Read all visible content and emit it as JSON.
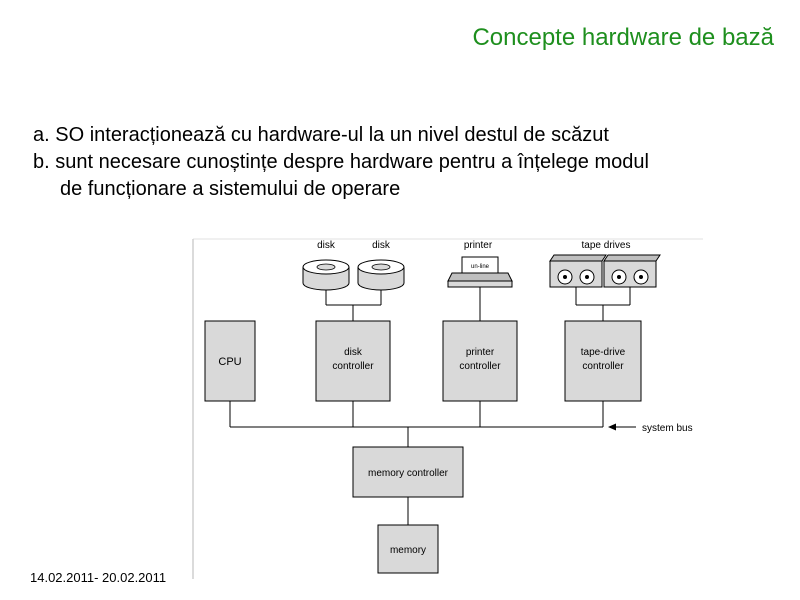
{
  "slide": {
    "title": "Concepte hardware de bază",
    "bullets": [
      "a. SO interacționează cu hardware-ul la un nivel destul de scăzut",
      "b. sunt necesare cunoștințe despre hardware pentru a înțelege modul",
      "de funcționare a sistemului de operare"
    ],
    "date": "14.02.2011- 20.02.2011"
  },
  "diagram": {
    "devices": {
      "disk1": "disk",
      "disk2": "disk",
      "printer": "printer",
      "tape": "tape drives"
    },
    "printer_paper_text": "un-line",
    "boxes": {
      "cpu": "CPU",
      "disk_controller": [
        "disk",
        "controller"
      ],
      "printer_controller": [
        "printer",
        "controller"
      ],
      "tape_controller": [
        "tape-drive",
        "controller"
      ],
      "memory_controller": "memory controller",
      "memory": "memory"
    },
    "bus_label": "system bus"
  },
  "colors": {
    "title": "#1e8f1e",
    "box_fill": "#d9d9d9",
    "line": "#000000"
  }
}
